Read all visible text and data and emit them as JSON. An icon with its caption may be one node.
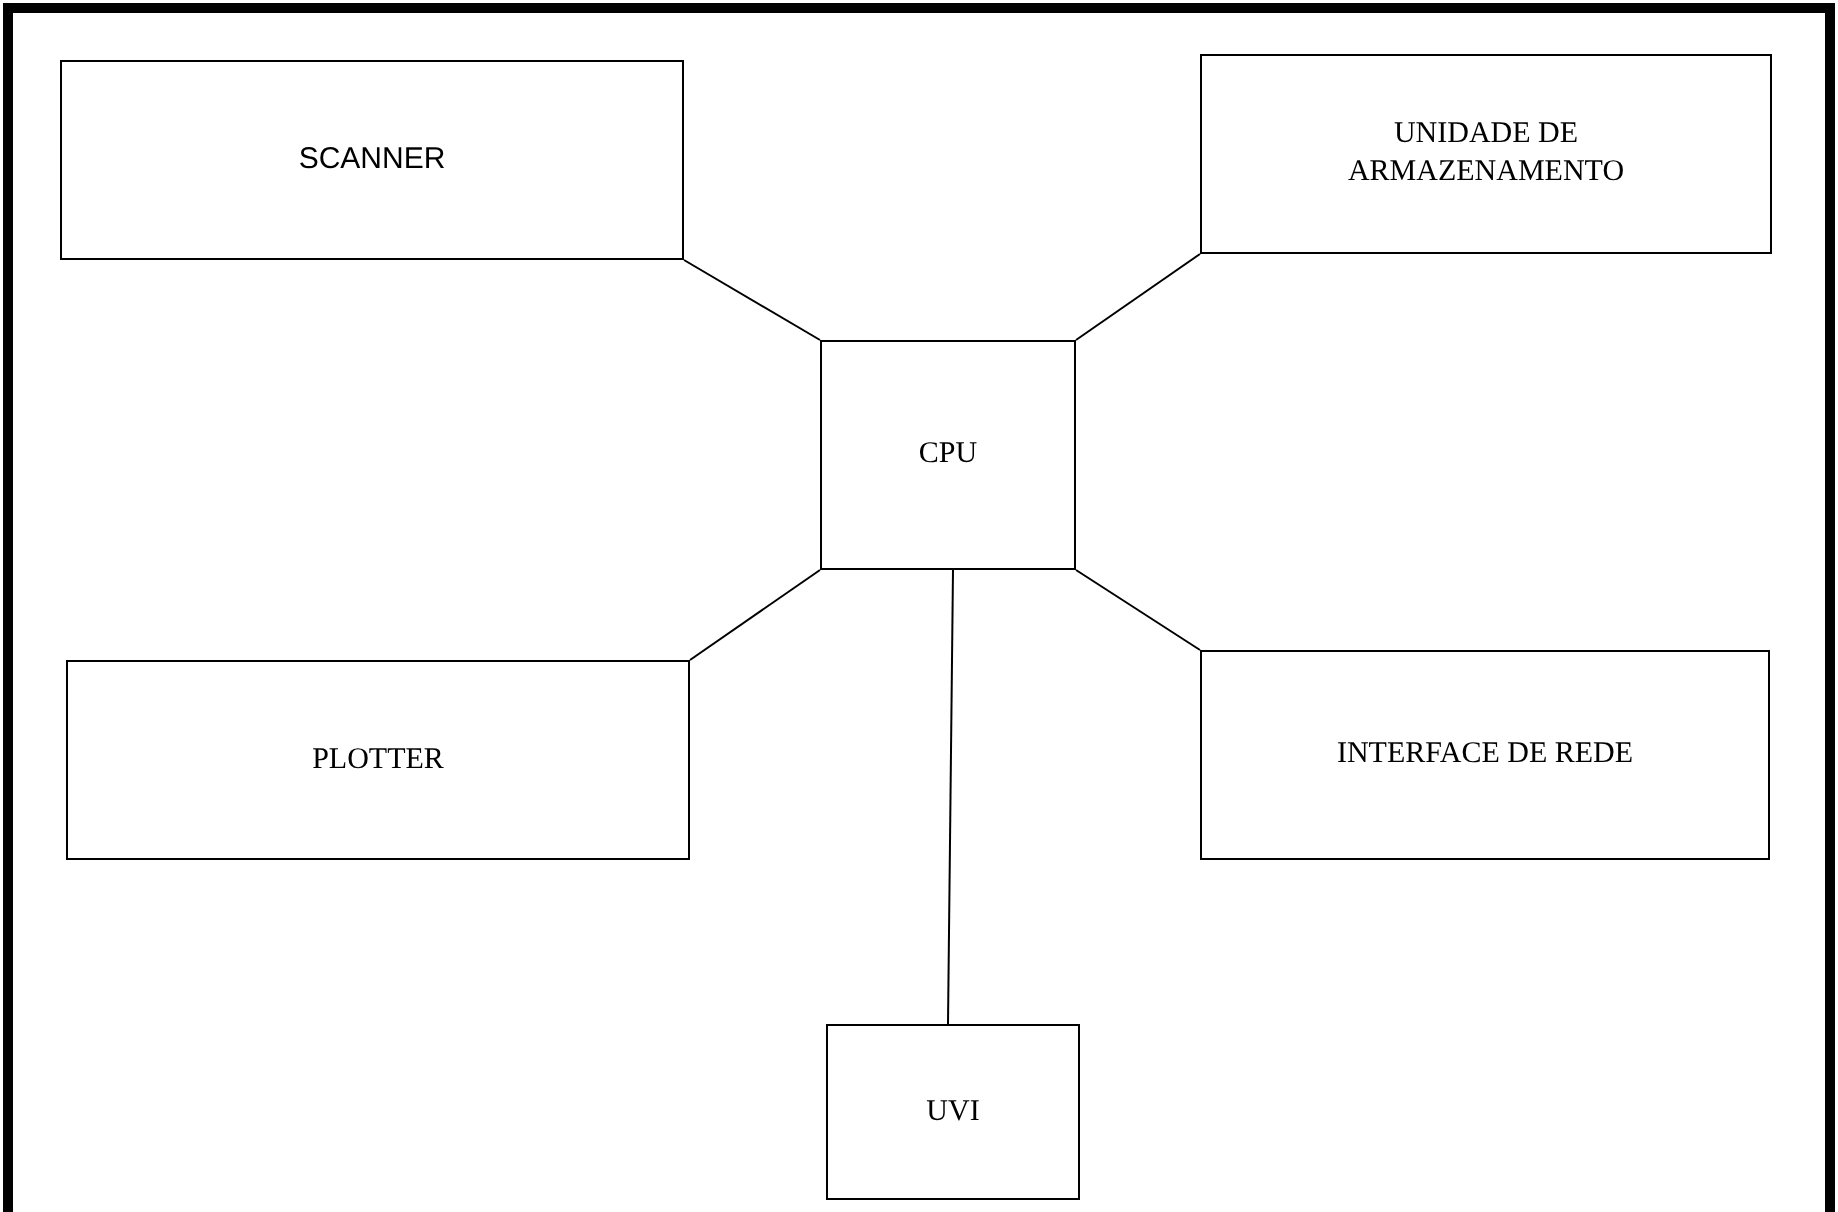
{
  "diagram": {
    "nodes": [
      {
        "text": [
          "SCANNER"
        ]
      },
      {
        "text": [
          "UNIDADE DE ARMAZENAMENTO"
        ]
      },
      {
        "text": [
          "CPU"
        ]
      },
      {
        "text": [
          "PLOTTER"
        ]
      },
      {
        "text": [
          "INTERFACE DE REDE"
        ]
      },
      {
        "text": [
          "UVI"
        ]
      }
    ],
    "edges": [
      {
        "from": 2,
        "to": 0,
        "arrow": "none"
      },
      {
        "from": 2,
        "to": 1,
        "arrow": "none"
      },
      {
        "from": 2,
        "to": 3,
        "arrow": "none"
      },
      {
        "from": 2,
        "to": 4,
        "arrow": "none"
      },
      {
        "from": 2,
        "to": 5,
        "arrow": "none"
      }
    ]
  }
}
